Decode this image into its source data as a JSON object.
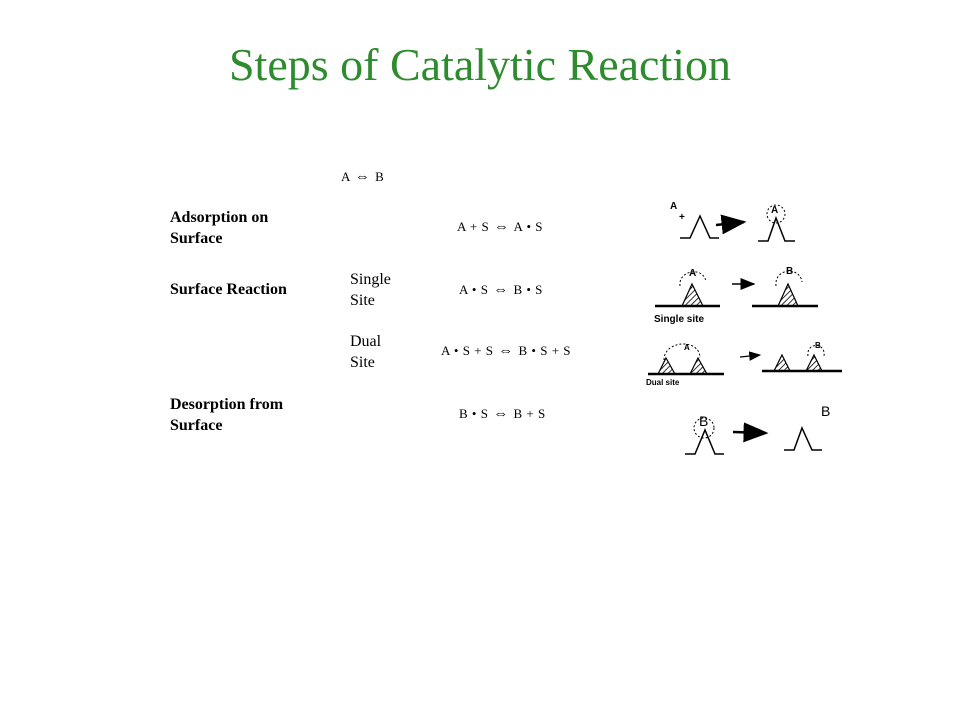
{
  "title": "Steps of Catalytic Reaction",
  "overall": {
    "left": "A",
    "arrow": "⇔",
    "right": "B"
  },
  "steps": {
    "adsorption": "Adsorption on\nSurface",
    "surface_reaction": "Surface Reaction",
    "desorption": "Desorption from\nSurface"
  },
  "sites": {
    "single": "Single\nSite",
    "dual": "Dual\nSite"
  },
  "equations": {
    "adsorption": {
      "left": "A + S",
      "arrow": "⇔",
      "right": "A • S"
    },
    "single": {
      "left": "A • S",
      "arrow": "⇔",
      "right": "B • S"
    },
    "dual": {
      "left": "A • S + S",
      "arrow": "⇔",
      "right": "B • S + S"
    },
    "desorption": {
      "left": "B • S",
      "arrow": "⇔",
      "right": "B + S"
    }
  },
  "diagram_labels": {
    "ads_A1": "A",
    "ads_plus": "+",
    "ads_A2": "A",
    "single_A": "A",
    "single_B": "B",
    "single_caption": "Single site",
    "dual_A": "A",
    "dual_B": "B",
    "dual_caption": "Dual site",
    "des_B1": "B",
    "des_B2": "B"
  }
}
